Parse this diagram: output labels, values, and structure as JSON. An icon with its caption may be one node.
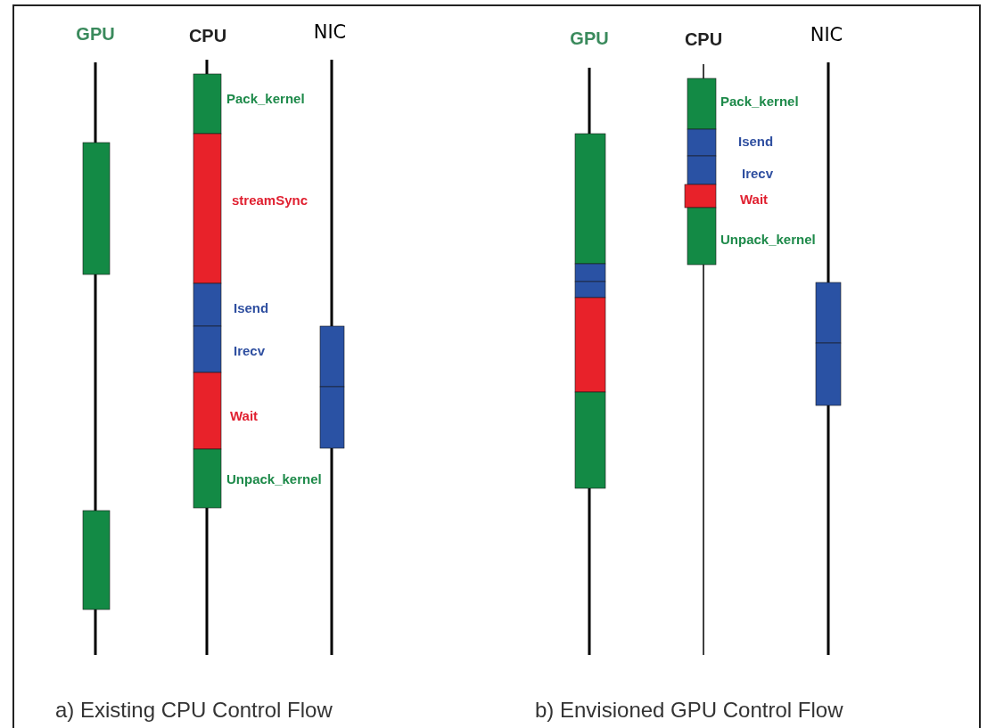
{
  "diagram": {
    "labels": [
      "GPU",
      "CPU",
      "NIC",
      "Pack_kernel",
      "streamSync",
      "Isend",
      "Irecv",
      "Wait",
      "Unpack_kernel",
      "a) Existing CPU Control Flow",
      "GPU",
      "CPU",
      "NIC",
      "Pack_kernel",
      "Isend",
      "Irecv",
      "Wait",
      "Unpack_kernel",
      "b) Envisioned GPU Control Flow"
    ]
  }
}
